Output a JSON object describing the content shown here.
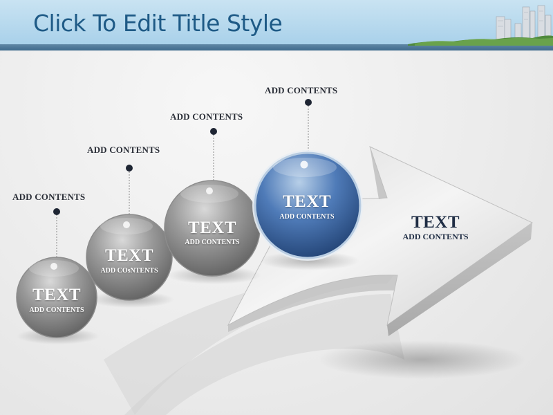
{
  "slide": {
    "title": "Click To Edit Title Style"
  },
  "steps": [
    {
      "callout": "ADD CONTENTS",
      "title": "TEXT",
      "subtitle": "ADD CONTENTS"
    },
    {
      "callout": "ADD CONTENTS",
      "title": "TEXT",
      "subtitle": "ADD COsNTENTS"
    },
    {
      "callout": "ADD CONTENTS",
      "title": "TEXT",
      "subtitle": "ADD CONTENTS"
    },
    {
      "callout": "ADD CONTENTS",
      "title": "TEXT",
      "subtitle": "ADD CONTENTS"
    }
  ],
  "arrow": {
    "title": "TEXT",
    "subtitle": "ADD CONTENTS"
  },
  "colors": {
    "header": "#bfdcee",
    "title": "#1e5a86",
    "accent_ball": "#3f6aa5",
    "ball": "#8e8e8e"
  }
}
